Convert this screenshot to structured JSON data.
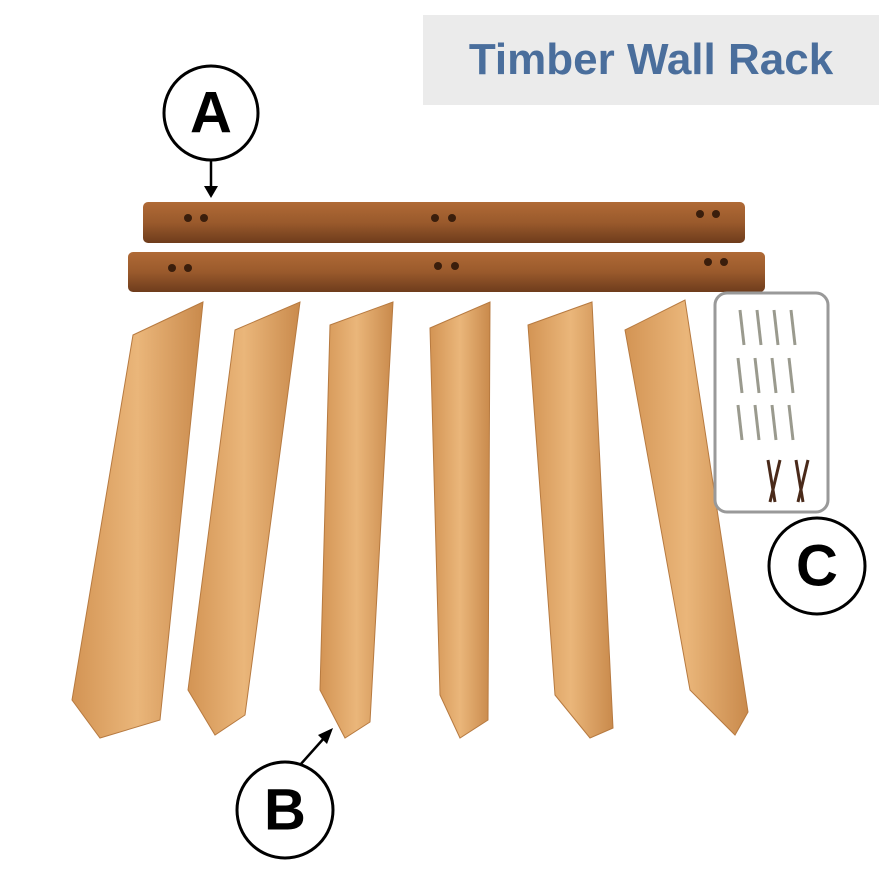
{
  "title": "Timber Wall Rack",
  "labels": {
    "a": "A",
    "b": "B",
    "c": "C"
  },
  "colors": {
    "title": "#4a6e9c",
    "title_bg": "#ebebeb",
    "rail": "#9a5a2c",
    "slat": "#e2a868"
  }
}
